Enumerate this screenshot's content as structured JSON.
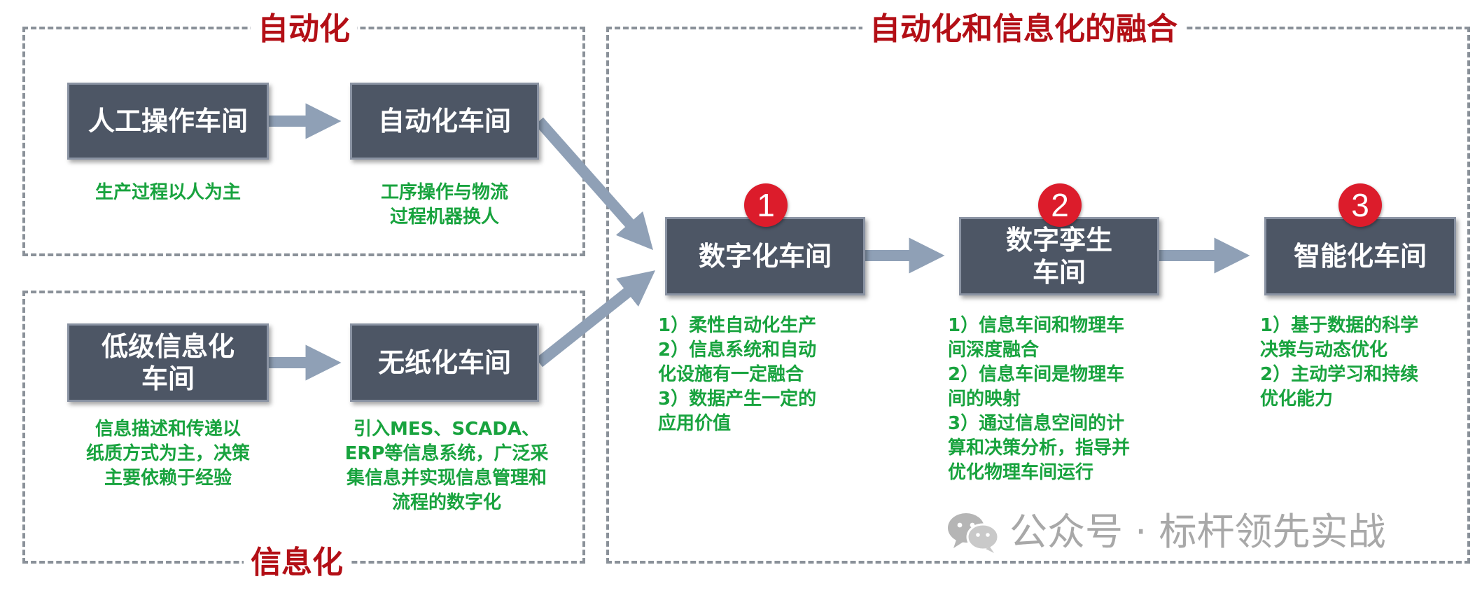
{
  "regions": {
    "automation_title": "自动化",
    "informatization_title": "信息化",
    "fusion_title": "自动化和信息化的融合"
  },
  "nodes": {
    "manual_workshop": "人工操作车间",
    "automated_workshop": "自动化车间",
    "low_info": "低级信息化\n车间",
    "paperless": "无纸化车间",
    "digital_workshop": "数字化车间",
    "digital_twin": "数字孪生\n车间",
    "smart_workshop": "智能化车间"
  },
  "notes": {
    "manual": "生产过程以人为主",
    "automated": "工序操作与物流\n过程机器换人",
    "low_info": "信息描述和传递以\n纸质方式为主，决策\n主要依赖于经验",
    "paperless": "引入MES、SCADA、\nERP等信息系统，广泛采\n集信息并实现信息管理和\n流程的数字化",
    "digital": "1）柔性自动化生产\n2）信息系统和自动\n化设施有一定融合\n3）数据产生一定的\n应用价值",
    "twin": "1）信息车间和物理车\n间深度融合\n2）信息车间是物理车\n间的映射\n3）通过信息空间的计\n算和决策分析，指导并\n优化物理车间运行",
    "smart": "1）基于数据的科学\n决策与动态优化\n2）主动学习和持续\n优化能力"
  },
  "stage_numbers": [
    "1",
    "2",
    "3"
  ],
  "watermark": "公众号 · 标杆领先实战",
  "colors": {
    "box_fill": "#4d5665",
    "title_red": "#b30f16",
    "note_green": "#18a33e",
    "badge_red": "#dc1c2b",
    "arrow": "#8fa0b6",
    "dash": "#8a9199"
  }
}
